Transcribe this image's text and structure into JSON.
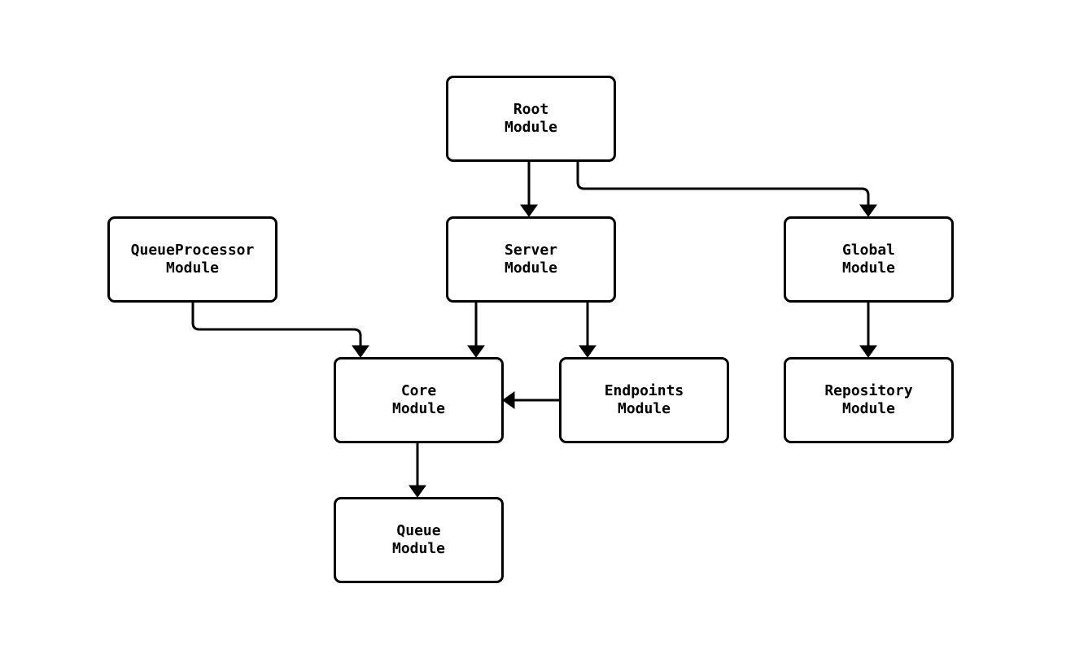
{
  "diagram": {
    "type": "module-dependency-graph",
    "background_color": "#ffffff",
    "node_fill_color": "#ffffff",
    "node_stroke_color": "#000000",
    "text_color": "#000000",
    "nodes": {
      "root": {
        "line1": "Root",
        "line2": "Module"
      },
      "server": {
        "line1": "Server",
        "line2": "Module"
      },
      "global": {
        "line1": "Global",
        "line2": "Module"
      },
      "queueprocessor": {
        "line1": "QueueProcessor",
        "line2": "Module"
      },
      "core": {
        "line1": "Core",
        "line2": "Module"
      },
      "endpoints": {
        "line1": "Endpoints",
        "line2": "Module"
      },
      "repository": {
        "line1": "Repository",
        "line2": "Module"
      },
      "queue": {
        "line1": "Queue",
        "line2": "Module"
      }
    },
    "edges": [
      {
        "from": "Root Module",
        "to": "Server Module"
      },
      {
        "from": "Root Module",
        "to": "Global Module"
      },
      {
        "from": "QueueProcessor Module",
        "to": "Core Module"
      },
      {
        "from": "Server Module",
        "to": "Core Module"
      },
      {
        "from": "Server Module",
        "to": "Endpoints Module"
      },
      {
        "from": "Endpoints Module",
        "to": "Core Module"
      },
      {
        "from": "Global Module",
        "to": "Repository Module"
      },
      {
        "from": "Core Module",
        "to": "Queue Module"
      }
    ]
  }
}
